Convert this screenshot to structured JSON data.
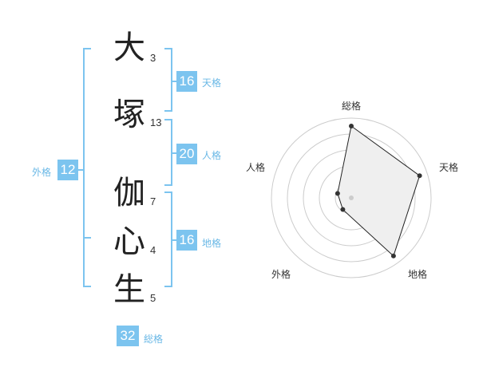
{
  "name": {
    "chars": [
      {
        "char": "大",
        "strokes": "3"
      },
      {
        "char": "塚",
        "strokes": "13"
      },
      {
        "char": "伽",
        "strokes": "7"
      },
      {
        "char": "心",
        "strokes": "4"
      },
      {
        "char": "生",
        "strokes": "5"
      }
    ]
  },
  "fortunes": {
    "tenkaku": {
      "value": "16",
      "label": "天格"
    },
    "jinkaku": {
      "value": "20",
      "label": "人格"
    },
    "chikaku": {
      "value": "16",
      "label": "地格"
    },
    "gaikaku": {
      "value": "12",
      "label": "外格"
    },
    "soukaku": {
      "value": "32",
      "label": "総格"
    }
  },
  "colors": {
    "accent": "#7cc4ef",
    "text": "#222222",
    "radar_fill": "#efefef",
    "radar_grid": "#cccccc"
  },
  "chart_data": {
    "type": "radar",
    "axes": [
      "総格",
      "天格",
      "地格",
      "外格",
      "人格"
    ],
    "values": [
      4.5,
      4.5,
      4.5,
      0.9,
      0.9
    ],
    "rmax": 5
  }
}
